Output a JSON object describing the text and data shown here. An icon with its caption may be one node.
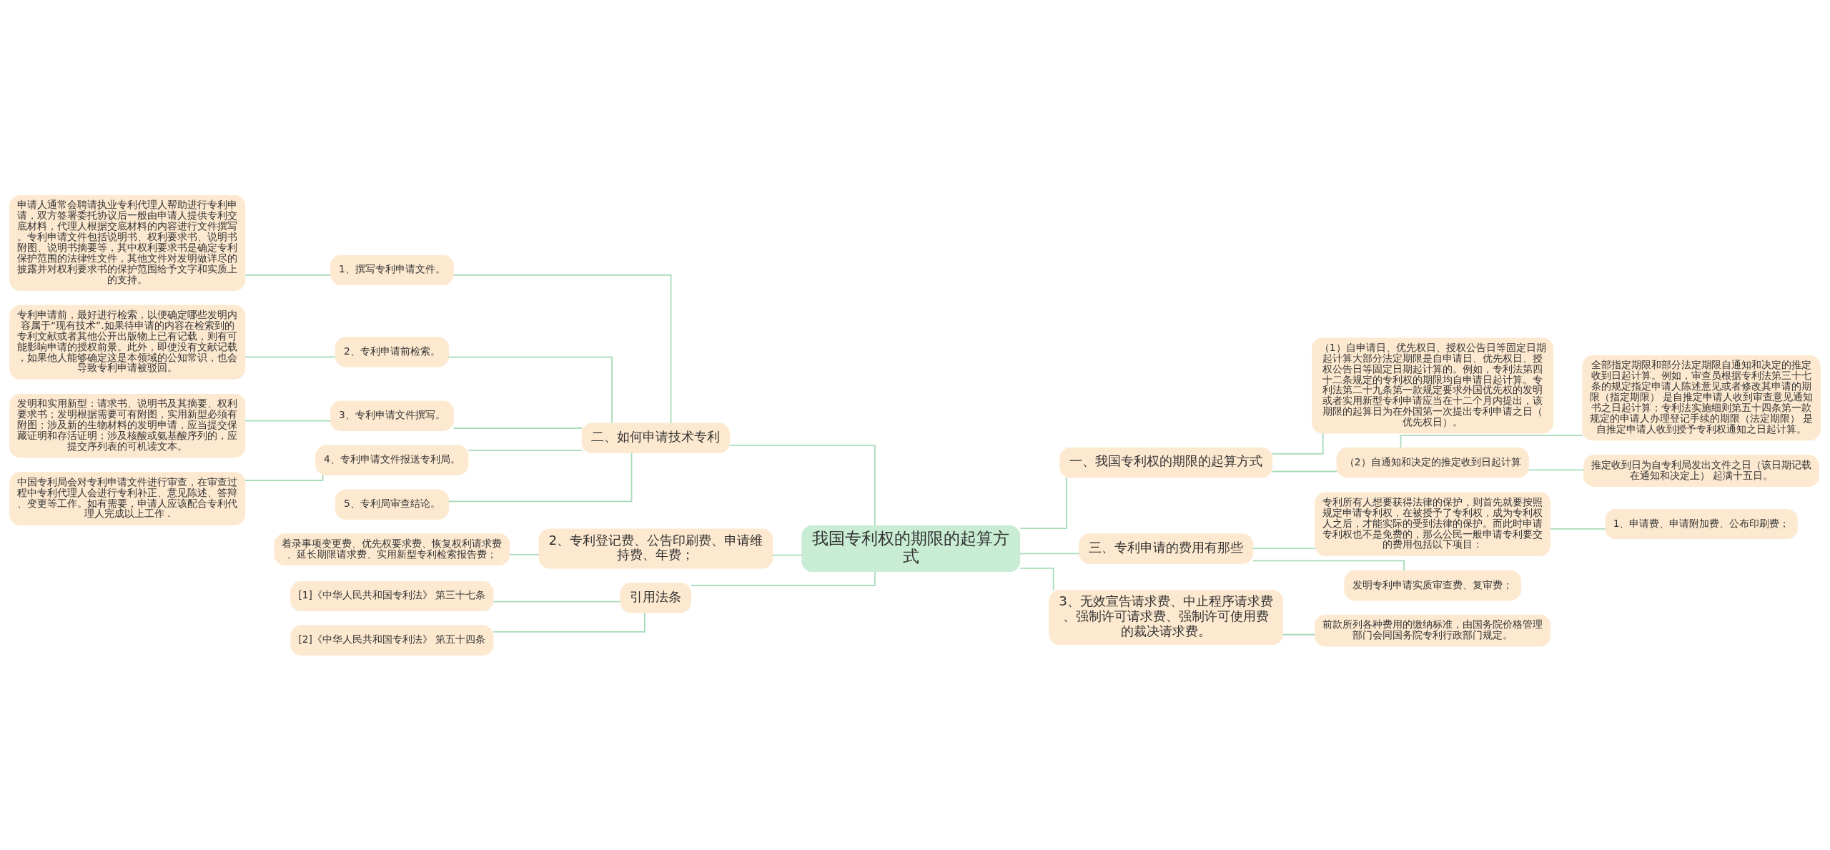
{
  "diagram": {
    "nodes": [
      {
        "text": [
          "我国专利权的期限的起算方式"
        ]
      },
      {
        "text": [
          "二、如何申请技术专利"
        ]
      },
      {
        "text": [
          "1、撰写专利申请文件。"
        ]
      },
      {
        "text": [
          "申请人通常会聘请执业专利代理人帮助进行专利申请，双方签署委托协议后一般由申请人提供专利交底材料，代理人根据交底材料的内容进行文件撰写。专利申请文件包括说明书、权利要求书、说明书附图、说明书摘要等，其中权利要求书是确定专利保护范围的法律性文件，其他文件对发明做详尽的披露并对权利要求书的保护范围给予文字和实质上的支持。"
        ]
      },
      {
        "text": [
          "2、专利申请前检索。"
        ]
      },
      {
        "text": [
          "专利申请前，最好进行检索，以便确定哪些发明内容属于“现有技术”.如果待申请的内容在检索到的专利文献或者其他公开出版物上已有记载，则有可能影响申请的授权前景。此外，即使没有文献记载，如果他人能够确定这是本领域的公知常识，也会导致专利申请被驳回。"
        ]
      },
      {
        "text": [
          "3、专利申请文件撰写。"
        ]
      },
      {
        "text": [
          "发明和实用新型：请求书、说明书及其摘要、权利要求书；发明根据需要可有附图，实用新型必须有附图；涉及新的生物材料的发明申请，应当提交保藏证明和存活证明；涉及核酸或氨基酸序列的，应提交序列表的可机读文本。"
        ]
      },
      {
        "text": [
          "4、专利申请文件报送专利局。"
        ]
      },
      {
        "text": [
          "中国专利局会对专利申请文件进行审查，在审查过程中专利代理人会进行专利补正、意见陈述、答辩、变更等工作。如有需要，申请人应该配合专利代理人完成以上工作 ."
        ]
      },
      {
        "text": [
          "5、专利局审查结论。"
        ]
      },
      {
        "text": [
          "2、专利登记费、公告印刷费、申请维持费、年费；"
        ]
      },
      {
        "text": [
          "着录事项变更费、优先权要求费、恢复权利请求费、延长期限请求费、实用新型专利检索报告费；"
        ]
      },
      {
        "text": [
          "引用法条"
        ]
      },
      {
        "text": [
          "[1]《中华人民共和国专利法》 第三十七条"
        ]
      },
      {
        "text": [
          "[2]《中华人民共和国专利法》 第五十四条"
        ]
      },
      {
        "text": [
          "一、我国专利权的期限的起算方式"
        ]
      },
      {
        "text": [
          "（1）自申请日、优先权日、授权公告日等固定日期起计算大部分法定期限是自申请日、优先权日、授权公告日等固定日期起计算的。例如，专利法第四十二条规定的专利权的期限均自申请日起计算。专利法第二十九条第一款规定要求外国优先权的发明或者实用新型专利申请应当在十二个月内提出，该期限的起算日为在外国第一次提出专利申请之日（优先权日）。"
        ]
      },
      {
        "text": [
          "（2）自通知和决定的推定收到日起计算"
        ]
      },
      {
        "text": [
          "全部指定期限和部分法定期限自通知和决定的推定收到日起计算。例如，审查员根据专利法第三十七条的规定指定申请人陈述意见或者修改其申请的期限（指定期限） 是自推定申请人收到审查意见通知书之日起计算；专利法实施细则第五十四条第一款规定的申请人办理登记手续的期限（法定期限） 是自推定申请人收到授予专利权通知之日起计算。"
        ]
      },
      {
        "text": [
          "推定收到日为自专利局发出文件之日（该日期记载在通知和决定上） 起满十五日。"
        ]
      },
      {
        "text": [
          "三、专利申请的费用有那些"
        ]
      },
      {
        "text": [
          "专利所有人想要获得法律的保护，则首先就要按照规定申请专利权，在被授予了专利权，成为专利权人之后，才能实际的受到法律的保护。而此时申请专利权也不是免费的，那么公民一般申请专利要交的费用包括以下项目："
        ]
      },
      {
        "text": [
          "1、申请费、申请附加费、公布印刷费；"
        ]
      },
      {
        "text": [
          "发明专利申请实质审查费、复审费；"
        ]
      },
      {
        "text": [
          "3、无效宣告请求费、中止程序请求费、强制许可请求费、强制许可使用费的裁决请求费。"
        ]
      },
      {
        "text": [
          "前款所列各种费用的缴纳标准，由国务院价格管理部门会同国务院专利行政部门规定。"
        ]
      }
    ],
    "edges": [
      {
        "from": 0,
        "to": 1,
        "arrow": "none"
      },
      {
        "from": 1,
        "to": 2,
        "arrow": "none"
      },
      {
        "from": 2,
        "to": 3,
        "arrow": "none"
      },
      {
        "from": 1,
        "to": 4,
        "arrow": "none"
      },
      {
        "from": 4,
        "to": 5,
        "arrow": "none"
      },
      {
        "from": 1,
        "to": 6,
        "arrow": "none"
      },
      {
        "from": 6,
        "to": 7,
        "arrow": "none"
      },
      {
        "from": 1,
        "to": 8,
        "arrow": "none"
      },
      {
        "from": 8,
        "to": 9,
        "arrow": "none"
      },
      {
        "from": 1,
        "to": 10,
        "arrow": "none"
      },
      {
        "from": 0,
        "to": 11,
        "arrow": "none"
      },
      {
        "from": 11,
        "to": 12,
        "arrow": "none"
      },
      {
        "from": 0,
        "to": 13,
        "arrow": "none"
      },
      {
        "from": 13,
        "to": 14,
        "arrow": "none"
      },
      {
        "from": 13,
        "to": 15,
        "arrow": "none"
      },
      {
        "from": 0,
        "to": 16,
        "arrow": "none"
      },
      {
        "from": 16,
        "to": 17,
        "arrow": "none"
      },
      {
        "from": 16,
        "to": 18,
        "arrow": "none"
      },
      {
        "from": 18,
        "to": 19,
        "arrow": "none"
      },
      {
        "from": 18,
        "to": 20,
        "arrow": "none"
      },
      {
        "from": 0,
        "to": 21,
        "arrow": "none"
      },
      {
        "from": 21,
        "to": 22,
        "arrow": "none"
      },
      {
        "from": 22,
        "to": 23,
        "arrow": "none"
      },
      {
        "from": 21,
        "to": 24,
        "arrow": "none"
      },
      {
        "from": 0,
        "to": 25,
        "arrow": "none"
      },
      {
        "from": 25,
        "to": 26,
        "arrow": "none"
      }
    ]
  }
}
